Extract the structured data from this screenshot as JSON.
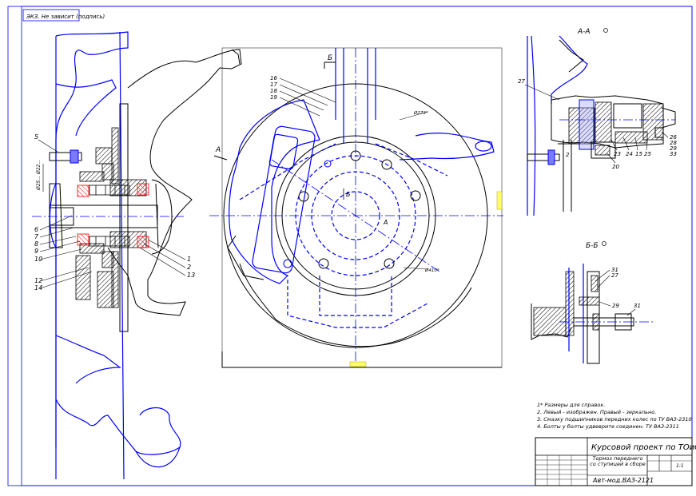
{
  "corner_stamp": "ЭКЗ. Не зависит (подпись)",
  "section_labels": {
    "aa": "А-А",
    "bb": "Б-Б",
    "a_left": "А",
    "a_center": "А",
    "b_top": "Б",
    "b_center": "Б"
  },
  "dimensions": {
    "d_left_vertical": "Ø25...  Ø22...",
    "d_center_top": "Ø273*",
    "d_center_bottom": "Ø410*",
    "d_right_vertical": "",
    "d_bottom": ""
  },
  "left_callouts": [
    "5",
    "6",
    "7",
    "8",
    "9",
    "10",
    "12",
    "14",
    "1",
    "2",
    "13"
  ],
  "center_callouts": [
    "16",
    "17",
    "18",
    "19"
  ],
  "aa_callouts": [
    "27",
    "2",
    "23",
    "24",
    "15",
    "25",
    "26",
    "20",
    "28",
    "29",
    "33"
  ],
  "bb_callouts": [
    "31",
    "27",
    "29",
    "31"
  ],
  "notes": [
    "1* Размеры для справок.",
    "2. Левый - изображен. Правый - зеркально.",
    "3. Смазку подшипников передних колес по ТУ ВАЗ-2310",
    "4. Болты у болты удвеврите соединен. ТУ ВАЗ-2311"
  ],
  "title_block": {
    "project": "Курсовой проект по ТОиС",
    "title": "Тормоз переднего со ступицей в сборе",
    "model": "Авт-мод.ВАЗ-2121",
    "scale": "1:1"
  },
  "colors": {
    "frame": "#0000ff",
    "outline": "#000000",
    "hidden": "#0000ff",
    "dimension": "#b5a600"
  }
}
